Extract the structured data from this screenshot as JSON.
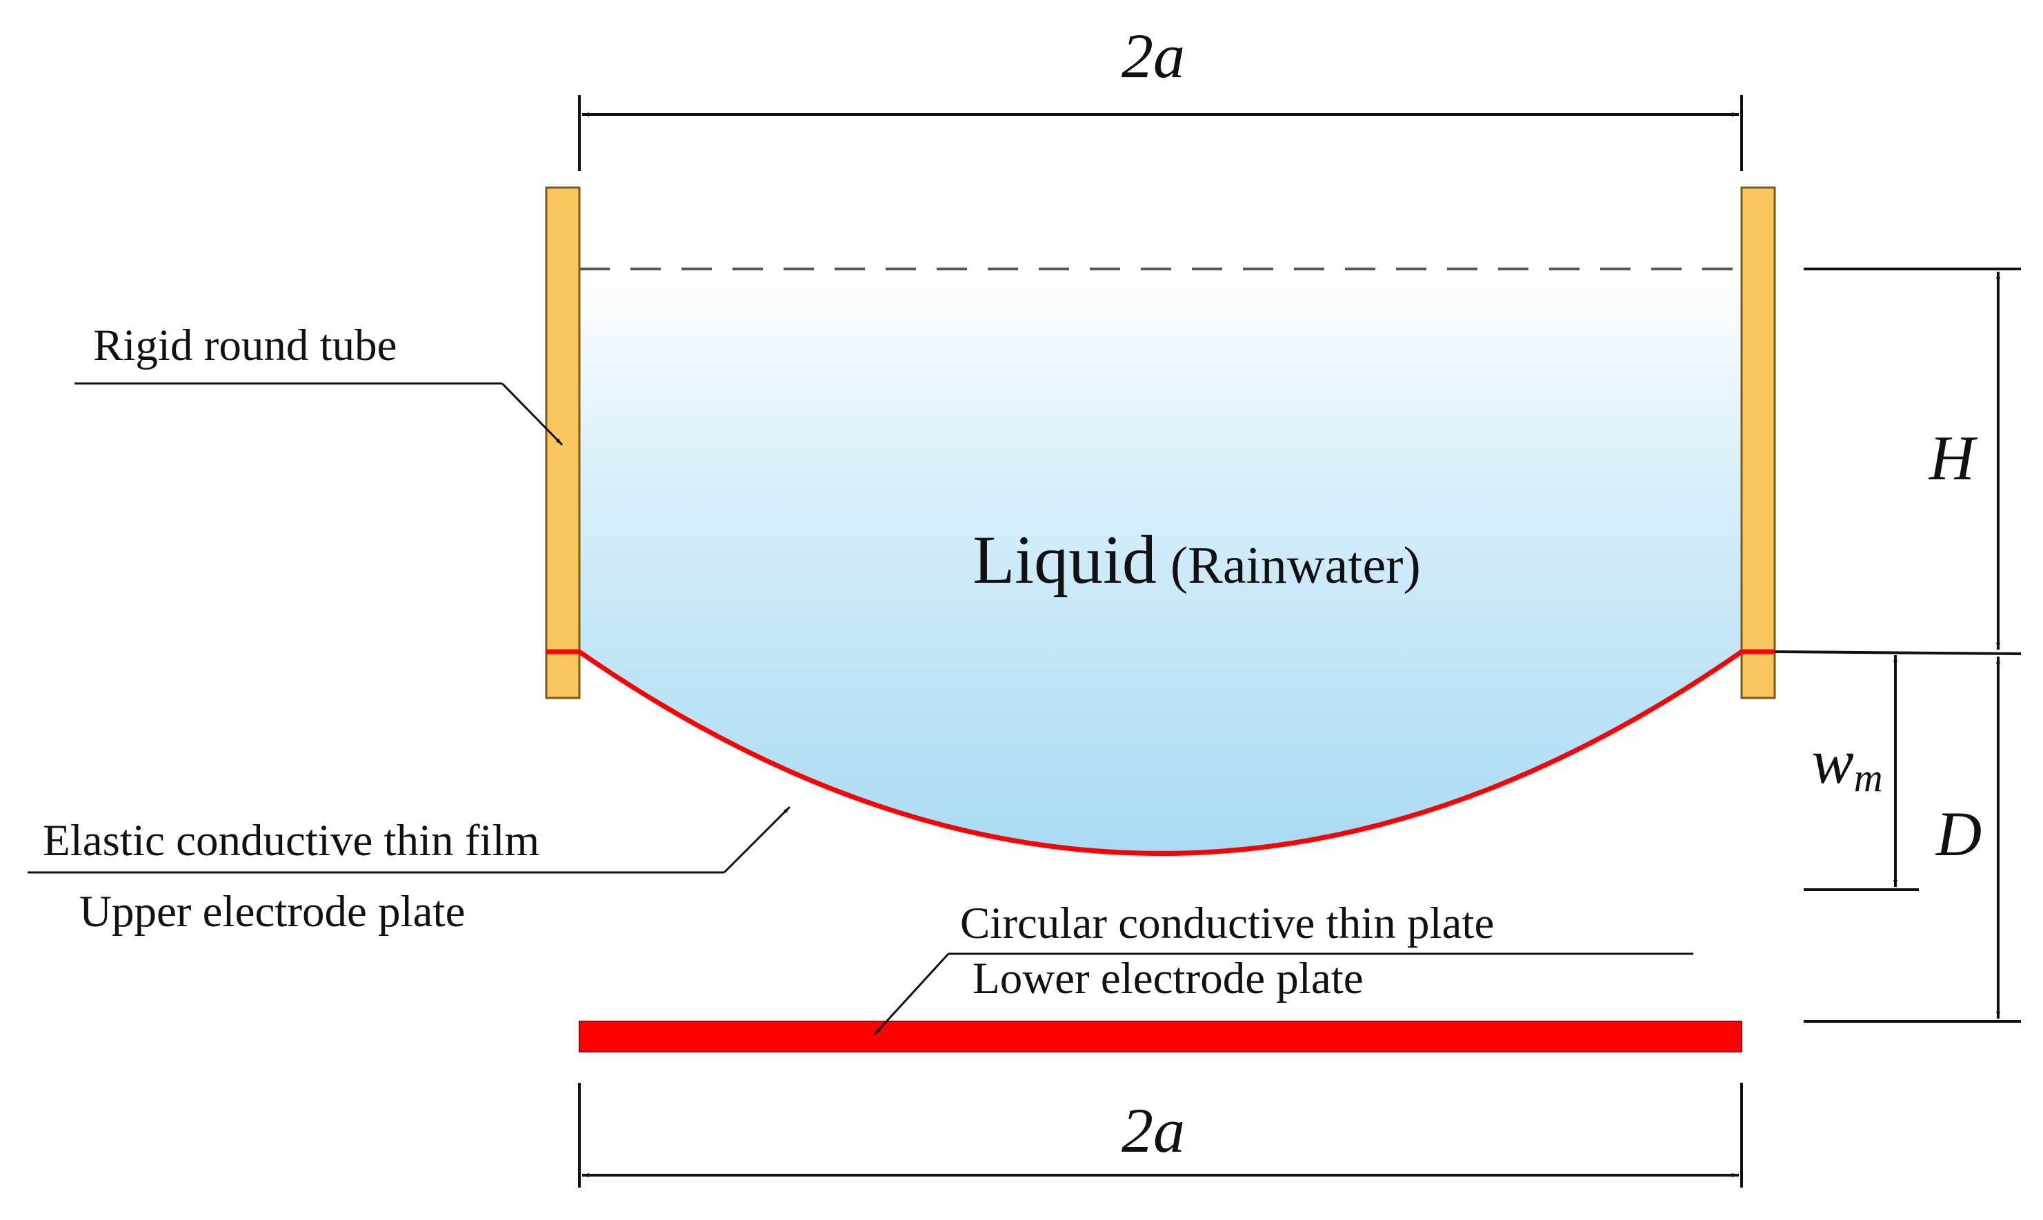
{
  "labels": {
    "rigid_tube": "Rigid round tube",
    "liquid": "Liquid",
    "liquid_note": "(Rainwater)",
    "film_line1": "Elastic conductive thin film",
    "film_line2": "Upper electrode plate",
    "plate_line1": "Circular conductive thin plate",
    "plate_line2": "Lower electrode plate"
  },
  "dimensions": {
    "top_width": "2a",
    "bottom_width": "2a",
    "height_H": "H",
    "deflection_base": "w",
    "deflection_sub": "m",
    "gap_D": "D"
  },
  "colors": {
    "tube_fill": "#FBC65E",
    "tube_stroke": "#7A5A1A",
    "film_stroke": "#FF0000",
    "plate_fill": "#FF0000",
    "liquid_top": "#FFFFFF",
    "liquid_bottom": "#A9DBF4",
    "line": "#111111",
    "dashed": "#555555"
  }
}
